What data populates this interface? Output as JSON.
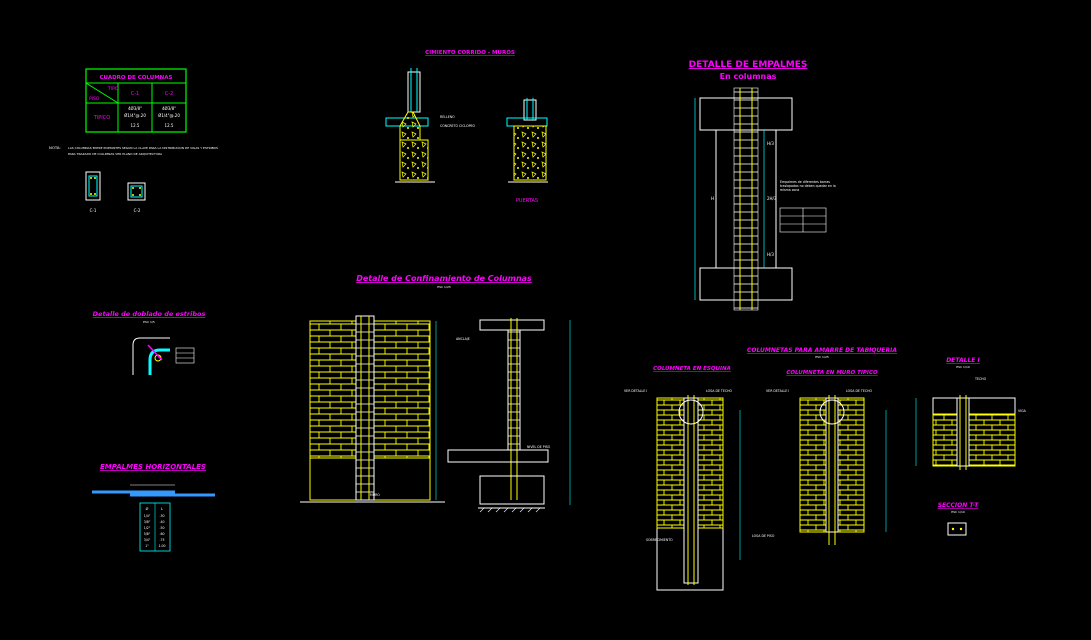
{
  "colors": {
    "background": "#000000",
    "magenta": "#ff00ff",
    "cyan": "#00ffff",
    "yellow": "#ffff00",
    "white": "#ffffff",
    "green": "#00ff00",
    "blue": "#3399ff"
  },
  "top_left_table": {
    "title": "CUADRO DE COLUMNAS",
    "tipo_label": "TIPO",
    "piso_label": "PISO",
    "col_1": "C-1",
    "col_2": "C-2",
    "row_label": "TIPICO",
    "c1_spec_1": "4Ø3/8\"",
    "c1_spec_2": "Ø1/4\"@.20",
    "c1_spec_3": "12.5",
    "c2_spec_1": "4Ø3/8\"",
    "c2_spec_2": "Ø1/4\"@.20",
    "c2_spec_3": "12.5"
  },
  "top_left_notes": {
    "label": "NOTA:",
    "line_1": "LAS COLUMNAS ENTRE PORTANTES SEGUN LA CLAVE PARA LA DISTRIBUCION DE VIGAS Y ESTRIBOS",
    "line_2": "PARA TRAZADO DE COLUMNAS VER PLANO DE ARQUITECTURA"
  },
  "small_sections": {
    "label_1": "C-1",
    "label_2": "C-2"
  },
  "sobrecimiento": {
    "title": "CIMIENTO CORRIDO - MUROS",
    "label_fill": "RELLENO",
    "label_concrete": "CONCRETO CICLOPEO",
    "label_puertas": "PUERTAS"
  },
  "empalmes": {
    "title": "DETALLE DE EMPALMES",
    "subtitle": "En columnas",
    "note": "Empalmes de diferentes barras traslapadas no deben quedar en la misma zona",
    "dim_top": "H/3",
    "dim_mid": "2H/3",
    "dim_bottom": "H/3",
    "dim_h": "H"
  },
  "doblado": {
    "title": "Detalle de doblado de estribos",
    "scale": "ESC 1/5"
  },
  "confinamiento": {
    "title": "Detalle de Confinamiento de Columnas",
    "scale": "ESC 1/25",
    "label_anchor": "ANCLAJE",
    "label_wall": "MURO",
    "label_floor": "NIVEL DE PISO"
  },
  "horizontales": {
    "title": "EMPALMES HORIZONTALES",
    "table_h1": "Ø",
    "table_h2": "L",
    "rows": [
      [
        "1/4\"",
        ".30"
      ],
      [
        "3/8\"",
        ".40"
      ],
      [
        "1/2\"",
        ".50"
      ],
      [
        "5/8\"",
        ".60"
      ],
      [
        "3/4\"",
        ".75"
      ],
      [
        "1\"",
        "1.00"
      ]
    ]
  },
  "columnetas": {
    "title": "COLUMNETAS PARA AMARRE DE TABIQUERIA",
    "scale": "ESC 1/25",
    "sub_1": "COLUMNETA EN ESQUINA",
    "sub_2": "COLUMNETA EN MURO TIPICO",
    "ver_detalle": "VER DETALLE I",
    "losa": "LOSA DE TECHO",
    "piso": "LOSA DE PISO",
    "sobrecimiento": "SOBRECIMIENTO"
  },
  "detalle_i": {
    "title": "DETALLE I",
    "scale": "ESC 1/10",
    "label_1": "TECHO",
    "label_2": "VIGA"
  },
  "seccion": {
    "title": "SECCION T-T",
    "scale": "ESC 1/10"
  }
}
